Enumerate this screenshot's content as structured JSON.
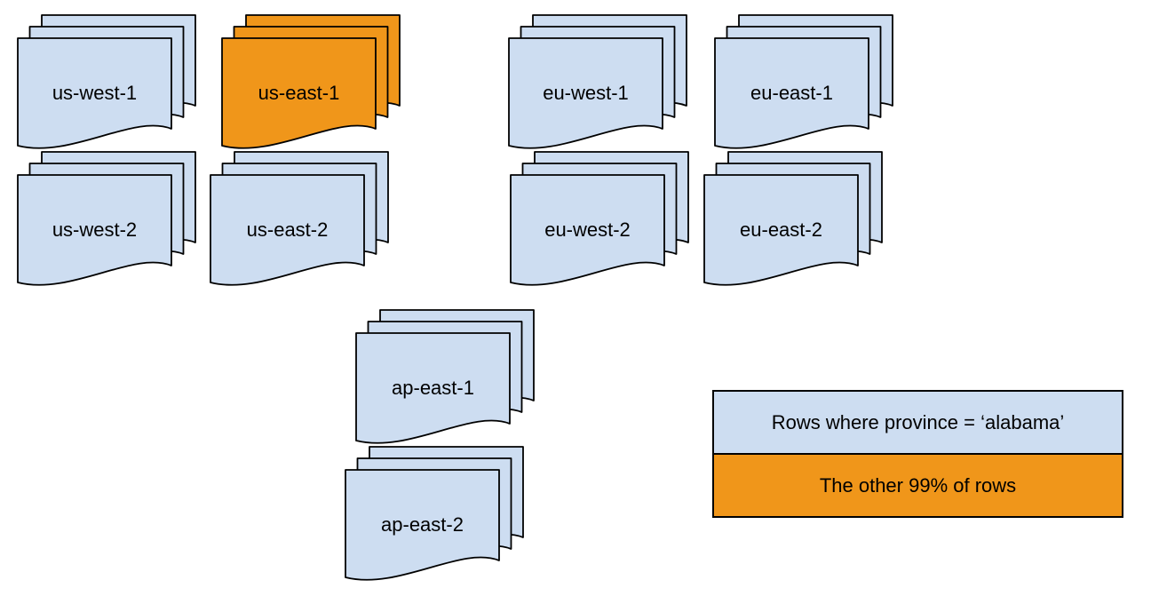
{
  "canvas": {
    "background": "#ffffff"
  },
  "colors": {
    "region_fill": "#cdddf1",
    "highlight_fill": "#f0961a",
    "stroke": "#000000",
    "text": "#000000"
  },
  "regions": [
    {
      "id": "us-west-1",
      "label": "us-west-1",
      "highlighted": false
    },
    {
      "id": "us-east-1",
      "label": "us-east-1",
      "highlighted": true
    },
    {
      "id": "eu-west-1",
      "label": "eu-west-1",
      "highlighted": false
    },
    {
      "id": "eu-east-1",
      "label": "eu-east-1",
      "highlighted": false
    },
    {
      "id": "us-west-2",
      "label": "us-west-2",
      "highlighted": false
    },
    {
      "id": "us-east-2",
      "label": "us-east-2",
      "highlighted": false
    },
    {
      "id": "eu-west-2",
      "label": "eu-west-2",
      "highlighted": false
    },
    {
      "id": "eu-east-2",
      "label": "eu-east-2",
      "highlighted": false
    },
    {
      "id": "ap-east-1",
      "label": "ap-east-1",
      "highlighted": false
    },
    {
      "id": "ap-east-2",
      "label": "ap-east-2",
      "highlighted": false
    }
  ],
  "legend": {
    "items": [
      {
        "label": "Rows where province = ‘alabama’",
        "swatch": "#cdddf1"
      },
      {
        "label": "The other 99% of rows",
        "swatch": "#f0961a"
      }
    ]
  }
}
